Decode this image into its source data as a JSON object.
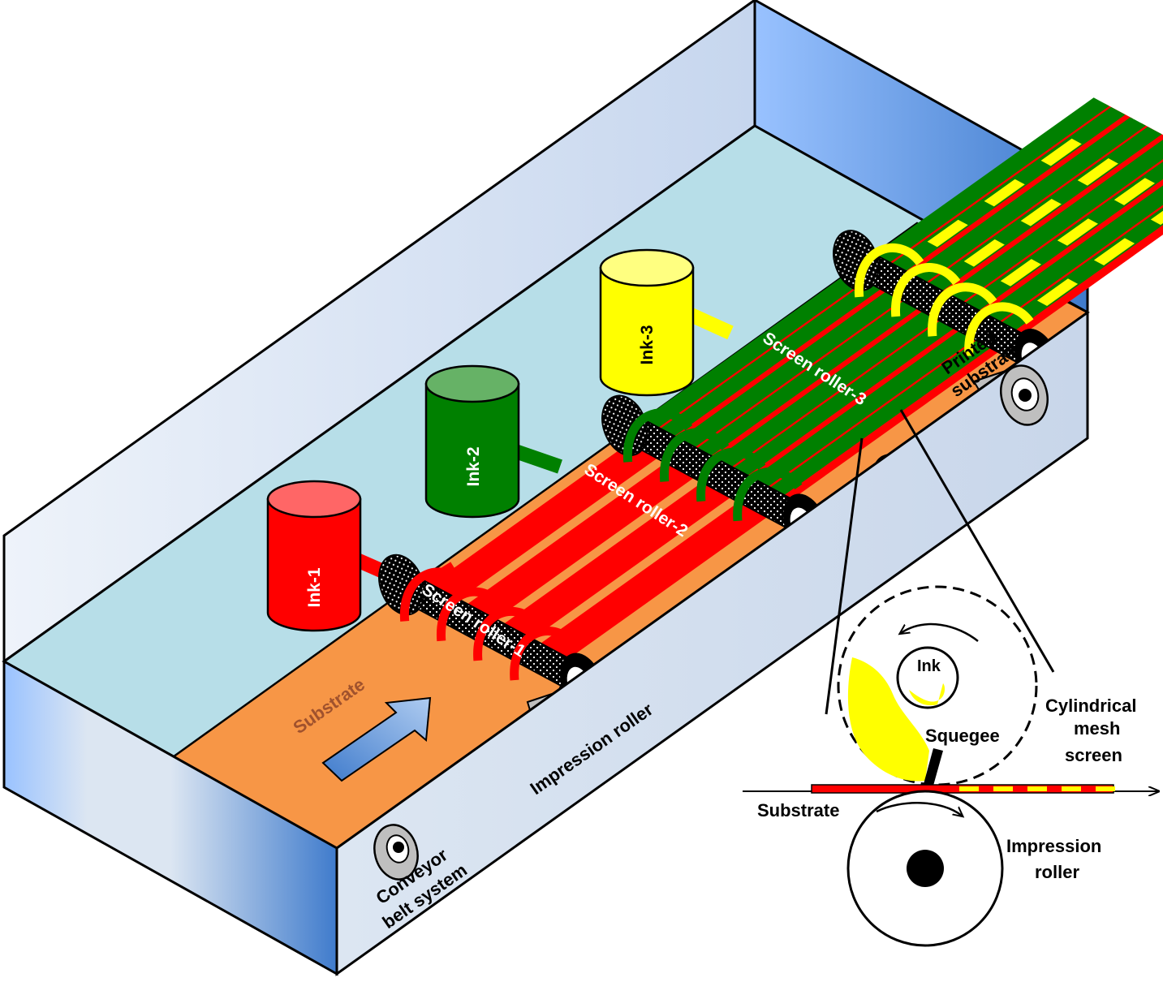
{
  "colors": {
    "substrate": "#f79646",
    "ink1": "#ff0000",
    "ink1_top": "#ff6666",
    "ink2": "#008000",
    "ink2_top": "#66b266",
    "ink3": "#ffff00",
    "ink3_top": "#ffff80",
    "floor": "#b7dee8",
    "wall_light": "#dce6f2",
    "wall_blue": "#558ed5",
    "roller_gray": "#bfbfbf"
  },
  "labels": {
    "ink1": "Ink-1",
    "ink2": "Ink-2",
    "ink3": "Ink-3",
    "screen_roller_1": "Screen roller-1",
    "screen_roller_2": "Screen roller-2",
    "screen_roller_3": "Screen roller-3",
    "substrate": "Substrate",
    "impression_roller": "Impression roller",
    "conveyor_line1": "Conveyor",
    "conveyor_line2": "belt system",
    "printed_line1": "Printed",
    "printed_line2": "substrate"
  },
  "inset": {
    "ink": "Ink",
    "squeegee": "Squegee",
    "mesh_line1": "Cylindrical",
    "mesh_line2": "mesh",
    "mesh_line3": "screen",
    "substrate": "Substrate",
    "impression_line1": "Impression",
    "impression_line2": "roller"
  }
}
